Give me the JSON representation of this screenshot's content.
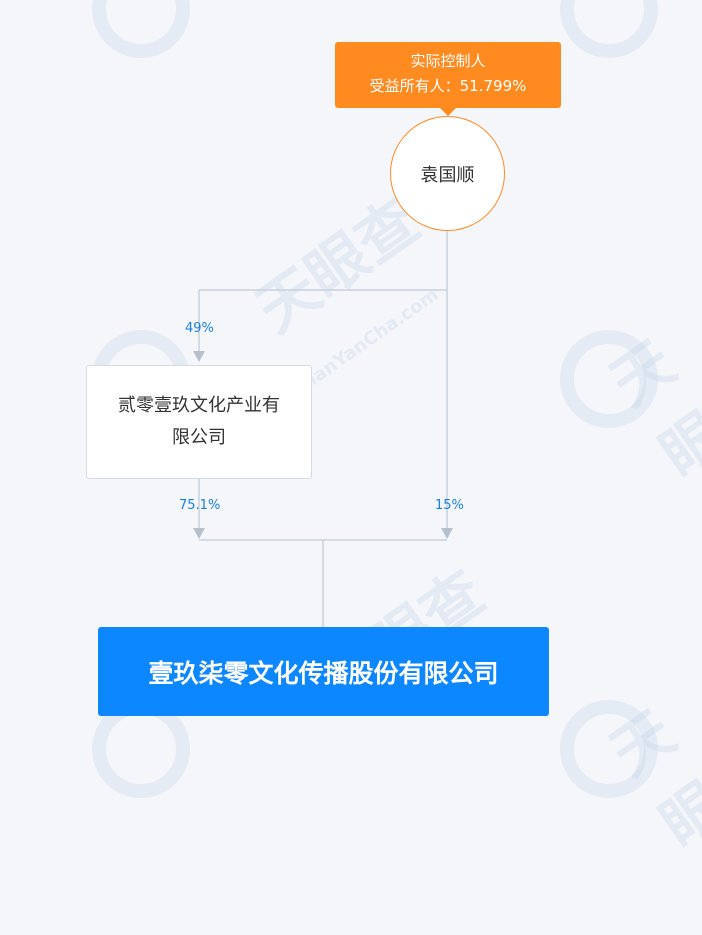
{
  "controller": {
    "title": "实际控制人",
    "beneficial_owner": "受益所有人：51.799%"
  },
  "person": {
    "name": "袁国顺"
  },
  "intermediate_company": {
    "name_line1": "贰零壹玖文化产业有",
    "name_line2": "限公司"
  },
  "target_company": {
    "name": "壹玖柒零文化传播股份有限公司"
  },
  "edges": {
    "person_to_intermediate": "49%",
    "intermediate_to_target": "75.1%",
    "person_to_target": "15%"
  },
  "watermark": {
    "text": "天眼查",
    "subtext": "TianYanCha.com"
  },
  "colors": {
    "background": "#f4f6fa",
    "controller_orange": "#ff8a1f",
    "target_blue": "#0d87ff",
    "line_gray": "#c8d0dc",
    "percent_blue": "#1a7fe0"
  }
}
